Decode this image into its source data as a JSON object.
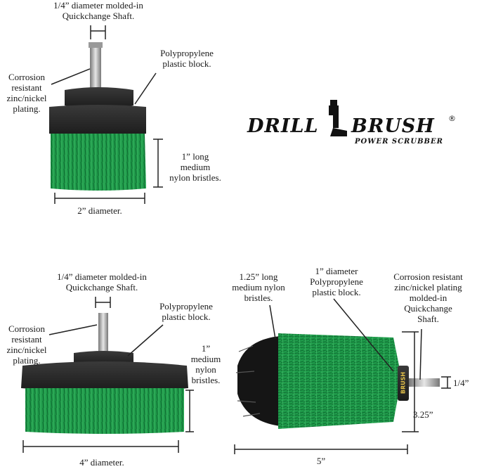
{
  "brush_top": {
    "shaft_label": "1/4” diameter molded-in\nQuickchange Shaft.",
    "block_label": "Polypropylene\nplastic block.",
    "plating_label": "Corrosion\nresistant\nzinc/nickel\nplating.",
    "bristle_label": "1” long\nmedium\nnylon bristles.",
    "diameter_label": "2” diameter."
  },
  "brand": {
    "word_left": "DRILL",
    "word_right": "BRUSH",
    "registered": "®",
    "tagline": "POWER SCRUBBER",
    "handle_text": "BRUSH"
  },
  "brush_flat": {
    "shaft_label": "1/4” diameter molded-in\nQuickchange Shaft.",
    "block_label": "Polypropylene\nplastic block.",
    "plating_label": "Corrosion\nresistant\nzinc/nickel\nplating.",
    "bristle_label": "1”\nmedium\nnylon\nbristles.",
    "diameter_label": "4” diameter."
  },
  "brush_cone": {
    "bristle_label": "1.25” long\nmedium nylon\nbristles.",
    "block_label": "1” diameter\nPolypropylene\nplastic block.",
    "plating_label": "Corrosion resistant\nzinc/nickel plating\nmolded-in\nQuickchange\nShaft.",
    "shaft_size_label": "1/4”",
    "height_label": "3.25”",
    "length_label": "5”"
  },
  "colors": {
    "bristle_green": "#1f9a4a",
    "block_black": "#2a2a2a",
    "shaft_silver": "#b8b8b8"
  }
}
